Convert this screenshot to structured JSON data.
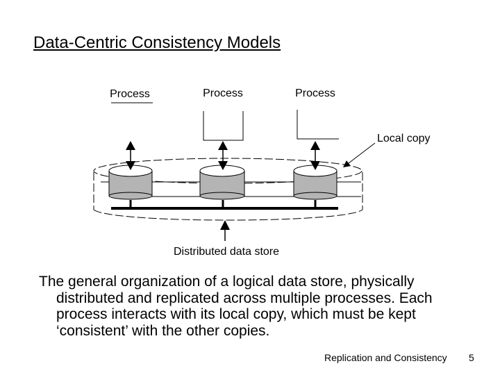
{
  "slide": {
    "title": "Data-Centric Consistency Models",
    "caption": "The general organization of a logical data store, physically distributed and replicated across multiple processes. Each process interacts with its local copy, which must be kept ‘consistent’ with the other copies.",
    "footer": "Replication and Consistency",
    "page_number": "5"
  },
  "diagram": {
    "processes": [
      {
        "label": "Process"
      },
      {
        "label": "Process"
      },
      {
        "label": "Process"
      }
    ],
    "local_copy_label": "Local copy",
    "data_store_label": "Distributed data store",
    "colors": {
      "disk_fill": "#b4b4b4",
      "line": "#000000"
    }
  }
}
